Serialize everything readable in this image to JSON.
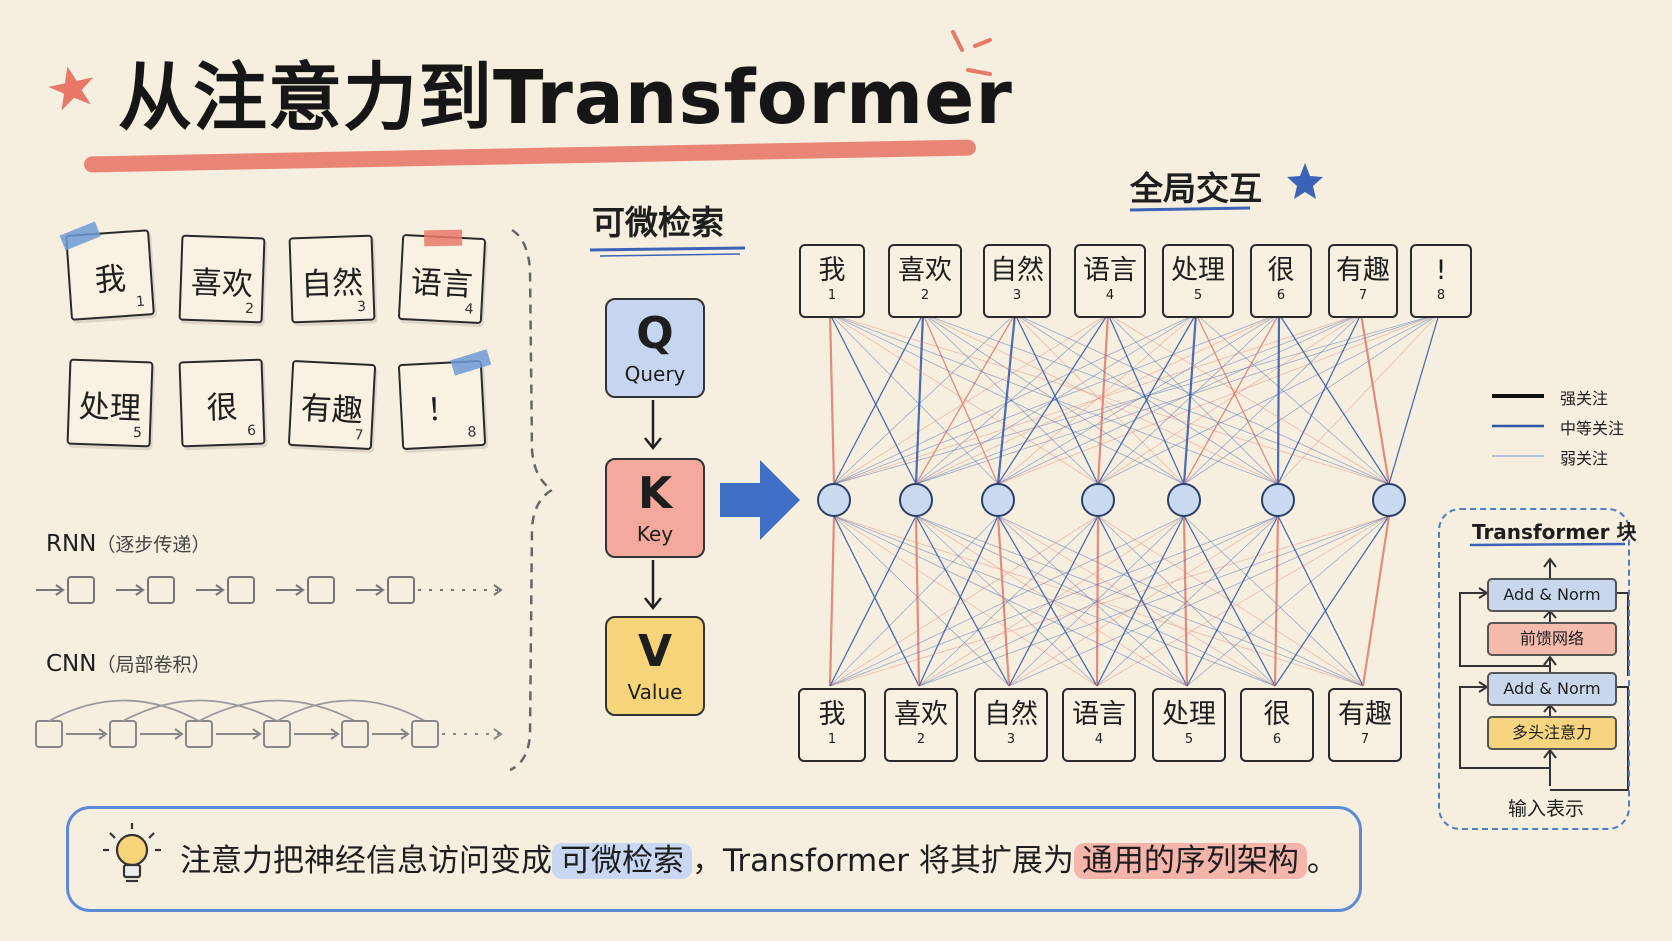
{
  "title": "从注意力到Transformer",
  "colors": {
    "accent_red": "#e8796a",
    "accent_blue": "#3c63b8",
    "q_fill": "#c6d6f0",
    "k_fill": "#f3a99b",
    "v_fill": "#f6d479",
    "ln_fill": "#c9d7ec",
    "ff_fill": "#f5bcae",
    "mha_fill": "#f6d480"
  },
  "notes": [
    {
      "word": "我",
      "num": "1",
      "tape": "blue"
    },
    {
      "word": "喜欢",
      "num": "2",
      "tape": ""
    },
    {
      "word": "自然",
      "num": "3",
      "tape": ""
    },
    {
      "word": "语言",
      "num": "4",
      "tape": "red"
    },
    {
      "word": "处理",
      "num": "5",
      "tape": ""
    },
    {
      "word": "很",
      "num": "6",
      "tape": ""
    },
    {
      "word": "有趣",
      "num": "7",
      "tape": ""
    },
    {
      "word": "！",
      "num": "8",
      "tape": "blue"
    }
  ],
  "rnn": {
    "name": "RNN",
    "desc": "（逐步传递）"
  },
  "cnn": {
    "name": "CNN",
    "desc": "（局部卷积）"
  },
  "retrieval_label": "可微检索",
  "qkv": [
    {
      "letter": "Q",
      "word": "Query"
    },
    {
      "letter": "K",
      "word": "Key"
    },
    {
      "letter": "V",
      "word": "Value"
    }
  ],
  "global_label": "全局交互",
  "top_tokens": [
    {
      "word": "我",
      "num": "1"
    },
    {
      "word": "喜欢",
      "num": "2"
    },
    {
      "word": "自然",
      "num": "3"
    },
    {
      "word": "语言",
      "num": "4"
    },
    {
      "word": "处理",
      "num": "5"
    },
    {
      "word": "很",
      "num": "6"
    },
    {
      "word": "有趣",
      "num": "7"
    },
    {
      "word": "!",
      "num": "8"
    }
  ],
  "bottom_tokens": [
    {
      "word": "我",
      "num": "1"
    },
    {
      "word": "喜欢",
      "num": "2"
    },
    {
      "word": "自然",
      "num": "3"
    },
    {
      "word": "语言",
      "num": "4"
    },
    {
      "word": "处理",
      "num": "5"
    },
    {
      "word": "很",
      "num": "6"
    },
    {
      "word": "有趣",
      "num": "7"
    }
  ],
  "legend": {
    "strong": "强关注",
    "medium": "中等关注",
    "weak": "弱关注"
  },
  "transformer_block": {
    "title": "Transformer 块",
    "add_norm_top": "Add & Norm",
    "ffn": "前馈网络",
    "add_norm_bottom": "Add & Norm",
    "mha": "多头注意力",
    "input": "输入表示"
  },
  "callout": {
    "part1": "注意力把神经信息访问变成",
    "hl1": "可微检索",
    "part2": "，Transformer 将其扩展为",
    "hl2": "通用的序列架构",
    "part3": "。"
  }
}
